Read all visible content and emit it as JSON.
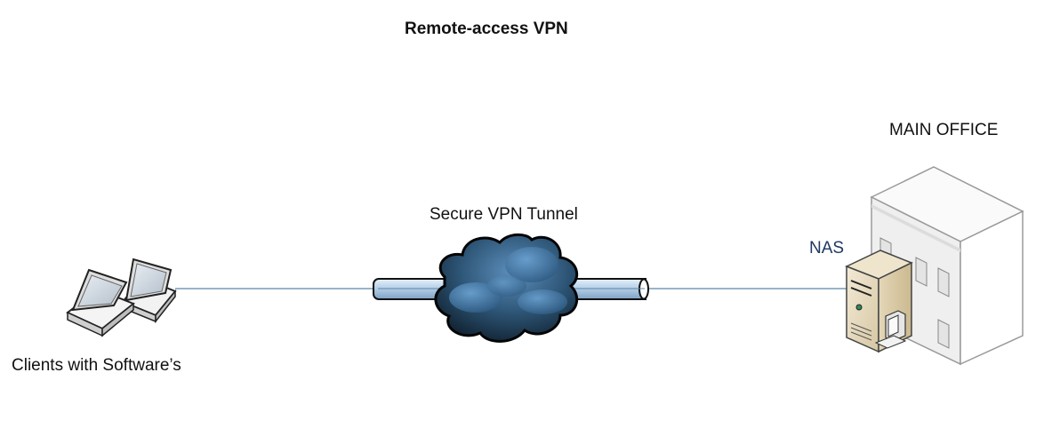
{
  "diagram": {
    "title": "Remote-access VPN",
    "nodes": {
      "clients": {
        "label": "Clients with Software’s",
        "icon": "laptops-icon"
      },
      "tunnel": {
        "label": "Secure VPN Tunnel",
        "icon": "cloud-icon"
      },
      "nas": {
        "label": "NAS",
        "icon": "server-icon"
      },
      "office": {
        "label": "MAIN OFFICE",
        "icon": "building-icon"
      }
    },
    "edges": [
      {
        "from": "clients",
        "to": "tunnel"
      },
      {
        "from": "tunnel",
        "to": "nas"
      }
    ],
    "colors": {
      "link_line": "#5b86a8",
      "nas_label": "#1f3864",
      "pipe": "#b9d3ea",
      "cloud": "#2e5677"
    }
  }
}
